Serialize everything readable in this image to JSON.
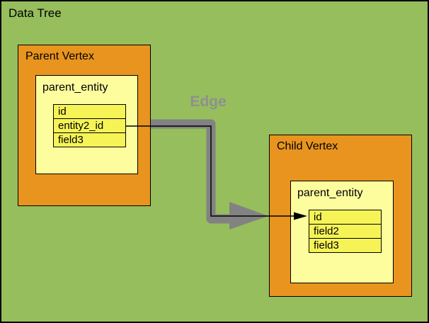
{
  "diagram": {
    "title": "Data Tree",
    "edge": {
      "label": "Edge"
    },
    "vertices": [
      {
        "label": "Parent Vertex",
        "entity": {
          "name": "parent_entity",
          "fields": [
            "id",
            "entity2_id",
            "field3"
          ]
        }
      },
      {
        "label": "Child Vertex",
        "entity": {
          "name": "parent_entity",
          "fields": [
            "id",
            "field2",
            "field3"
          ]
        }
      }
    ],
    "colors": {
      "background_green": "#96BE5D",
      "vertex_orange": "#E8941F",
      "entity_pale_yellow": "#FDFD9E",
      "field_yellow": "#F6F357",
      "edge_gray": "#828282",
      "edge_label_gray": "#8F8F8F",
      "line_black": "#000000"
    }
  }
}
